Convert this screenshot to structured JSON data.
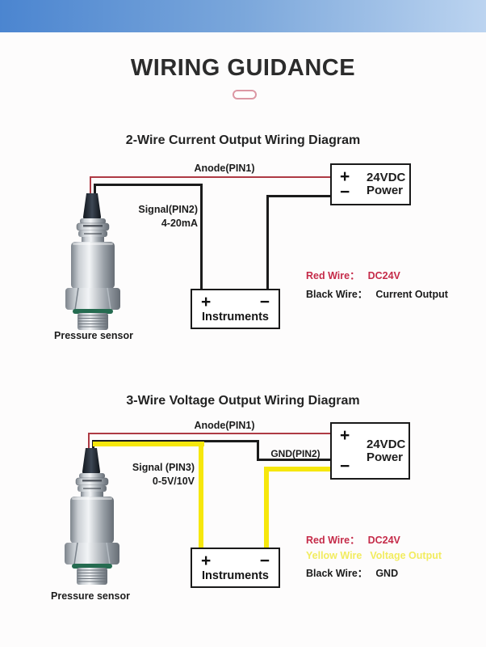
{
  "colors": {
    "band1": "#4b85d0",
    "band2": "#7ba7db",
    "band3": "#bcd4f0",
    "red-wire": "#ae3a44",
    "black-wire": "#1b1b1b",
    "yellow-wire": "#f6e70c",
    "red-text": "#c52b49",
    "yellow-text": "#f2ec5f"
  },
  "header": {
    "title": "WIRING GUIDANCE"
  },
  "diagram1": {
    "title": "2-Wire Current Output Wiring Diagram",
    "wire_labels": {
      "anode": "Anode(PIN1)",
      "signal_line1": "Signal(PIN2)",
      "signal_line2": "4-20mA"
    },
    "power_box": {
      "plus": "+",
      "minus": "−",
      "line1": "24VDC",
      "line2": "Power"
    },
    "instruments_box": {
      "plus": "+",
      "minus": "−",
      "label": "Instruments"
    },
    "sensor_caption": "Pressure sensor",
    "legend": [
      {
        "label": "Red Wire：",
        "value": "DC24V",
        "color": "red"
      },
      {
        "label": "Black Wire：",
        "value": "Current Output",
        "color": "black"
      }
    ]
  },
  "diagram2": {
    "title": "3-Wire Voltage Output Wiring Diagram",
    "wire_labels": {
      "anode": "Anode(PIN1)",
      "gnd": "GND(PIN2)",
      "signal_line1": "Signal (PIN3)",
      "signal_line2": "0-5V/10V"
    },
    "power_box": {
      "plus": "+",
      "minus": "−",
      "line1": "24VDC",
      "line2": "Power"
    },
    "instruments_box": {
      "plus": "+",
      "minus": "−",
      "label": "Instruments"
    },
    "sensor_caption": "Pressure sensor",
    "legend": [
      {
        "label": "Red Wire：",
        "value": "DC24V",
        "color": "red"
      },
      {
        "label": "Yellow Wire",
        "value": "Voltage Output",
        "color": "yellow"
      },
      {
        "label": "Black Wire：",
        "value": "GND",
        "color": "black"
      }
    ]
  }
}
